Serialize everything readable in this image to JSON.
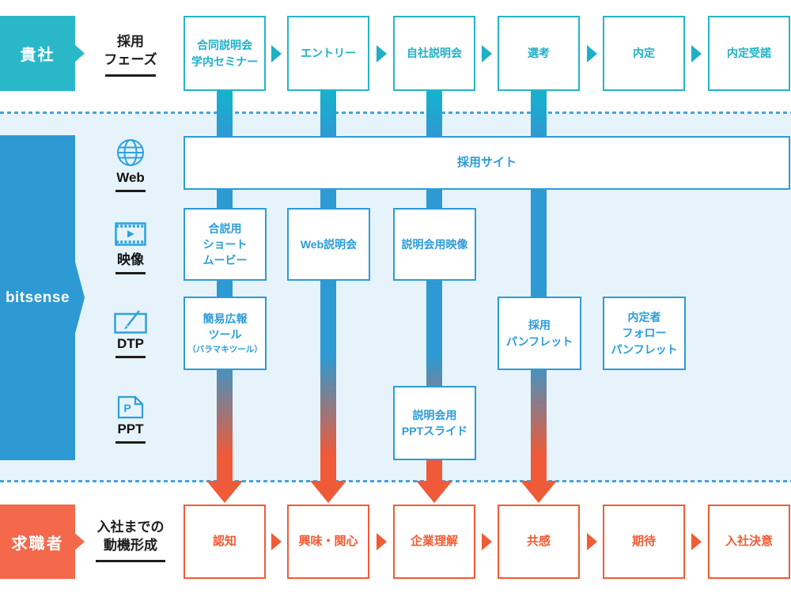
{
  "colors": {
    "teal": "#1fb0c6",
    "blue": "#2d9ad3",
    "orange": "#f15c35",
    "band_orange": "#f4684b",
    "light_blue_bg": "#e7f3fa",
    "icon_blue": "#2ba2e0",
    "black": "#1d1d1d"
  },
  "top_row": {
    "band_label": "貴社",
    "phase_label": {
      "lines": [
        "採用",
        "フェーズ"
      ]
    },
    "boxes": [
      {
        "lines": [
          "合同説明会",
          "学内セミナー"
        ]
      },
      {
        "lines": [
          "エントリー"
        ]
      },
      {
        "lines": [
          "自社説明会"
        ]
      },
      {
        "lines": [
          "選考"
        ]
      },
      {
        "lines": [
          "内定"
        ]
      },
      {
        "lines": [
          "内定受諾"
        ]
      }
    ]
  },
  "bitsense": {
    "band_label": "bitsense",
    "categories": [
      {
        "icon": "globe-icon",
        "label": "Web"
      },
      {
        "icon": "film-icon",
        "label": "映像"
      },
      {
        "icon": "brush-icon",
        "label": "DTP"
      },
      {
        "icon": "ppt-doc-icon",
        "label": "PPT"
      }
    ],
    "deliverables": {
      "recruit_site": {
        "label": "採用サイト"
      },
      "joint_movie": {
        "lines": [
          "合説用",
          "ショート",
          "ムービー"
        ]
      },
      "web_session": {
        "lines": [
          "Web説明会"
        ]
      },
      "session_video": {
        "lines": [
          "説明会用映像"
        ]
      },
      "promo_tool": {
        "lines": [
          "簡易広報",
          "ツール"
        ],
        "note": "（バラマキツール）"
      },
      "recruit_pamphlet": {
        "lines": [
          "採用",
          "パンフレット"
        ]
      },
      "offer_follow_pamphlet": {
        "lines": [
          "内定者",
          "フォロー",
          "パンフレット"
        ]
      },
      "session_ppt": {
        "lines": [
          "説明会用",
          "PPTスライド"
        ]
      }
    }
  },
  "bottom_row": {
    "band_label": "求職者",
    "phase_label": {
      "lines": [
        "入社までの",
        "動機形成"
      ]
    },
    "boxes": [
      {
        "lines": [
          "認知"
        ]
      },
      {
        "lines": [
          "興味・関心"
        ]
      },
      {
        "lines": [
          "企業理解"
        ]
      },
      {
        "lines": [
          "共感"
        ]
      },
      {
        "lines": [
          "期待"
        ]
      },
      {
        "lines": [
          "入社決意"
        ]
      }
    ]
  }
}
